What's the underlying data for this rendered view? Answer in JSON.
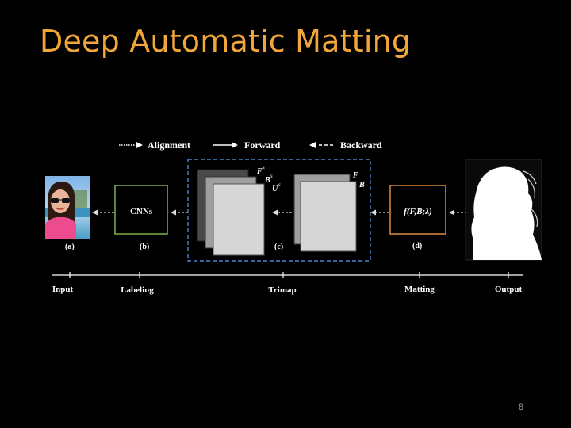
{
  "slide": {
    "title": "Deep Automatic Matting",
    "page_number": "8"
  },
  "legend": {
    "alignment": "Alignment",
    "forward": "Forward",
    "backward": "Backward"
  },
  "blocks": {
    "cnn_label": "CNNs",
    "matting_formula": "f(F,B;λ)",
    "trimap_labels": {
      "fs": "F",
      "fs_sup": "s",
      "bs": "B",
      "bs_sup": "s",
      "us": "U",
      "us_sup": "s",
      "f": "F",
      "b": "B"
    }
  },
  "sublabels": {
    "a": "(a)",
    "b": "(b)",
    "c": "(c)",
    "d": "(d)"
  },
  "stages": {
    "input": "Input",
    "labeling": "Labeling",
    "trimap": "Trimap",
    "matting": "Matting",
    "output": "Output"
  },
  "colors": {
    "title": "#f0a63a",
    "cnn_border": "#7fb24a",
    "matting_border": "#e08a3c",
    "trimap_border": "#4a86c8",
    "arrow": "#ffffff"
  }
}
